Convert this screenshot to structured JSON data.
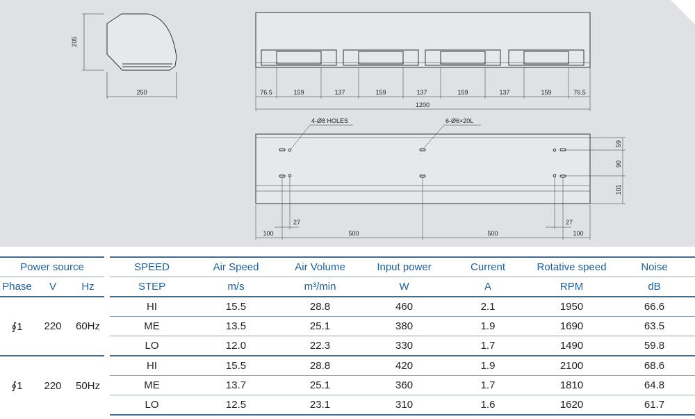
{
  "drawing": {
    "side_view": {
      "height": "205",
      "width": "250"
    },
    "front_view": {
      "segments": [
        "76.5",
        "159",
        "137",
        "159",
        "137",
        "159",
        "137",
        "159",
        "76.5"
      ],
      "total": "1200"
    },
    "bottom_view": {
      "callout_holes": "4-Ø8 HOLES",
      "callout_slots": "6-Ø6×20L",
      "vertical_dims": [
        "59",
        "90",
        "101"
      ],
      "bottom_dims": [
        "100",
        "500",
        "500",
        "100"
      ],
      "offset_dims": [
        "27",
        "27"
      ]
    }
  },
  "table": {
    "header1": {
      "power_source": "Power source",
      "speed": "SPEED",
      "air_speed": "Air Speed",
      "air_volume": "Air Volume",
      "input_power": "Input power",
      "current": "Current",
      "rotative_speed": "Rotative speed",
      "noise": "Noise"
    },
    "header2": {
      "phase": "Phase",
      "v": "V",
      "hz": "Hz",
      "step": "STEP",
      "air_speed_unit": "m/s",
      "air_volume_unit": "m³/min",
      "input_power_unit": "W",
      "current_unit": "A",
      "rpm_unit": "RPM",
      "noise_unit": "dB"
    },
    "groups": [
      {
        "phase": "∮1",
        "voltage": "220",
        "frequency": "60Hz",
        "rows": [
          {
            "step": "HI",
            "air_speed": "15.5",
            "air_volume": "28.8",
            "input_power": "460",
            "current": "2.1",
            "rpm": "1950",
            "noise": "66.6"
          },
          {
            "step": "ME",
            "air_speed": "13.5",
            "air_volume": "25.1",
            "input_power": "380",
            "current": "1.9",
            "rpm": "1690",
            "noise": "63.5"
          },
          {
            "step": "LO",
            "air_speed": "12.0",
            "air_volume": "22.3",
            "input_power": "330",
            "current": "1.7",
            "rpm": "1490",
            "noise": "59.8"
          }
        ]
      },
      {
        "phase": "∮1",
        "voltage": "220",
        "frequency": "50Hz",
        "rows": [
          {
            "step": "HI",
            "air_speed": "15.5",
            "air_volume": "28.8",
            "input_power": "420",
            "current": "1.9",
            "rpm": "2100",
            "noise": "68.6"
          },
          {
            "step": "ME",
            "air_speed": "13.7",
            "air_volume": "25.1",
            "input_power": "360",
            "current": "1.7",
            "rpm": "1810",
            "noise": "64.8"
          },
          {
            "step": "LO",
            "air_speed": "12.5",
            "air_volume": "23.1",
            "input_power": "310",
            "current": "1.6",
            "rpm": "1620",
            "noise": "61.7"
          }
        ]
      }
    ]
  }
}
